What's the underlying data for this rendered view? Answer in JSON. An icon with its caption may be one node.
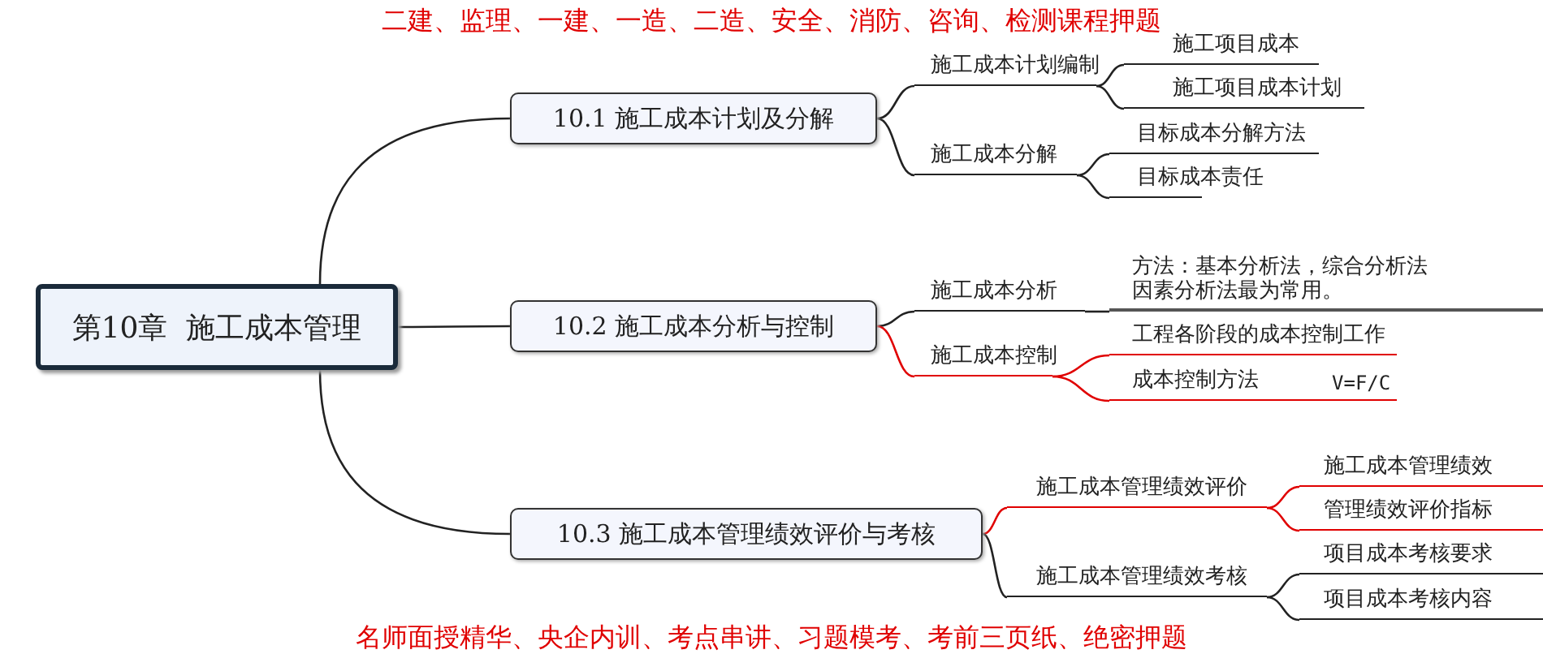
{
  "diagram": {
    "nodes": [
      {
        "text": [
          "第10章  施工成本管理"
        ]
      },
      {
        "text": [
          "10.1 施工成本计划及分解"
        ]
      },
      {
        "text": [
          "10.2 施工成本分析与控制"
        ]
      },
      {
        "text": [
          "10.3 施工成本管理绩效评价与考核"
        ]
      },
      {
        "text": [
          "施工成本计划编制"
        ]
      },
      {
        "text": [
          "施工成本分解"
        ]
      },
      {
        "text": [
          "施工项目成本"
        ]
      },
      {
        "text": [
          "施工项目成本计划"
        ]
      },
      {
        "text": [
          "目标成本分解方法"
        ]
      },
      {
        "text": [
          "目标成本责任"
        ]
      },
      {
        "text": [
          "施工成本分析"
        ]
      },
      {
        "text": [
          "方法：基本分析法，综合分析法因素分析法最为常用。"
        ]
      },
      {
        "text": [
          "施工成本控制"
        ]
      },
      {
        "text": [
          "工程各阶段的成本控制工作"
        ]
      },
      {
        "text": [
          "成本控制方法"
        ],
        "beside": [
          "V=F/C"
        ]
      },
      {
        "text": [
          "施工成本管理绩效评价"
        ]
      },
      {
        "text": [
          "施工成本管理绩效"
        ]
      },
      {
        "text": [
          "管理绩效评价指标"
        ]
      },
      {
        "text": [
          "施工成本管理绩效考核"
        ]
      },
      {
        "text": [
          "项目成本考核要求"
        ]
      },
      {
        "text": [
          "项目成本考核内容"
        ]
      }
    ],
    "edges": [
      {
        "from": 0,
        "to": 1,
        "arrow": "none"
      },
      {
        "from": 0,
        "to": 2,
        "arrow": "none"
      },
      {
        "from": 0,
        "to": 3,
        "arrow": "none"
      },
      {
        "from": 1,
        "to": 4,
        "arrow": "none"
      },
      {
        "from": 1,
        "to": 5,
        "arrow": "none"
      },
      {
        "from": 4,
        "to": 6,
        "arrow": "none"
      },
      {
        "from": 4,
        "to": 7,
        "arrow": "none"
      },
      {
        "from": 5,
        "to": 8,
        "arrow": "none"
      },
      {
        "from": 5,
        "to": 9,
        "arrow": "none"
      },
      {
        "from": 2,
        "to": 10,
        "arrow": "none"
      },
      {
        "from": 2,
        "to": 12,
        "arrow": "none",
        "color": "#e00000"
      },
      {
        "from": 10,
        "to": 11,
        "arrow": "none"
      },
      {
        "from": 12,
        "to": 13,
        "arrow": "none",
        "color": "#e00000"
      },
      {
        "from": 12,
        "to": 14,
        "arrow": "none",
        "color": "#e00000"
      },
      {
        "from": 3,
        "to": 15,
        "arrow": "none",
        "color": "#e00000"
      },
      {
        "from": 3,
        "to": 18,
        "arrow": "none"
      },
      {
        "from": 15,
        "to": 16,
        "arrow": "none",
        "color": "#e00000"
      },
      {
        "from": 15,
        "to": 17,
        "arrow": "none",
        "color": "#e00000"
      },
      {
        "from": 18,
        "to": 19,
        "arrow": "none"
      },
      {
        "from": 18,
        "to": 20,
        "arrow": "none"
      }
    ],
    "labels": [
      "二建、监理、一建、一造、二造、安全、消防、咨询、检测课程押题",
      "名师面授精华、央企内训、考点串讲、习题模考、考前三页纸、绝密押题"
    ]
  }
}
